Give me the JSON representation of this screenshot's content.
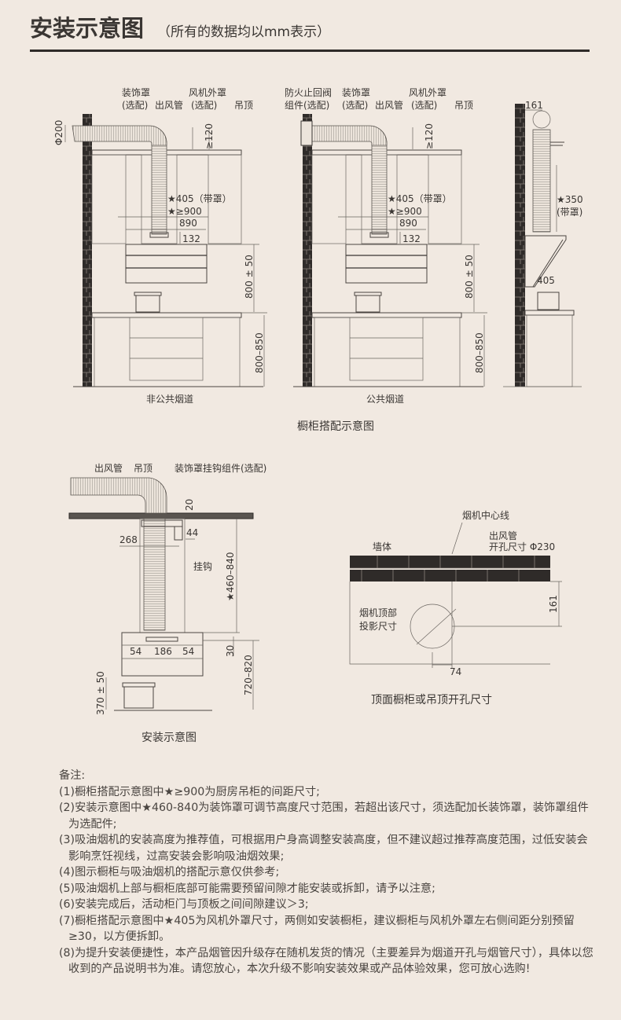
{
  "header": {
    "title": "安装示意图",
    "subtitle": "（所有的数据均以mm表示）"
  },
  "fig1": {
    "caption": "橱柜搭配示意图",
    "left": {
      "label_cover": "装饰罩",
      "label_cover_opt": "(选配)",
      "label_duct": "出风管",
      "label_fan": "风机外罩",
      "label_fan_opt": "(选配)",
      "label_ceiling": "吊顶",
      "dim_phi": "Φ200",
      "dim_120": "≥120",
      "dim_405": "★405（带罩）",
      "dim_900": "★≥900",
      "dim_890": "890",
      "dim_132": "132",
      "dim_800": "800 ± 50",
      "dim_850": "800–850",
      "caption": "非公共烟道"
    },
    "middle": {
      "label_damper": "防火止回阀",
      "label_damper2": "组件(选配)",
      "label_cover": "装饰罩",
      "label_cover_opt": "(选配)",
      "label_duct": "出风管",
      "label_fan": "风机外罩",
      "label_fan_opt": "(选配)",
      "label_ceiling": "吊顶",
      "dim_120": "≥120",
      "dim_405": "★405（带罩）",
      "dim_900": "★≥900",
      "dim_890": "890",
      "dim_132": "132",
      "dim_800": "800 ± 50",
      "dim_850": "800–850",
      "caption": "公共烟道"
    },
    "right": {
      "dim_161": "161",
      "dim_350": "★350",
      "dim_350b": "(带罩)",
      "dim_405": "405"
    }
  },
  "fig2": {
    "caption": "安装示意图",
    "label_duct": "出风管",
    "label_ceiling": "吊顶",
    "label_hook_kit": "装饰罩挂钩组件(选配)",
    "dim_20": "20",
    "dim_44": "44",
    "dim_268": "268",
    "label_hook": "挂钩",
    "dim_range": "★460–840",
    "dim_30": "30",
    "dim_720": "720–820",
    "dim_370": "370 ± 50",
    "dim_54a": "54",
    "dim_186": "186",
    "dim_54b": "54"
  },
  "fig3": {
    "caption": "顶面橱柜或吊顶开孔尺寸",
    "label_center": "烟机中心线",
    "label_wall": "墙体",
    "label_duct": "出风管",
    "label_hole": "开孔尺寸 Φ230",
    "label_proj1": "烟机顶部",
    "label_proj2": "投影尺寸",
    "dim_161": "161",
    "dim_74": "74"
  },
  "notes": {
    "heading": "备注:",
    "items": [
      "(1)橱柜搭配示意图中★≥900为厨房吊柜的间距尺寸;",
      "(2)安装示意图中★460-840为装饰罩可调节高度尺寸范围，若超出该尺寸，须选配加长装饰罩，装饰罩组件为选配件;",
      "(3)吸油烟机的安装高度为推荐值，可根据用户身高调整安装高度，但不建议超过推荐高度范围，过低安装会影响烹饪视线，过高安装会影响吸油烟效果;",
      "(4)图示橱柜与吸油烟机的搭配示意仅供参考;",
      "(5)吸油烟机上部与橱柜底部可能需要预留间隙才能安装或拆卸，请予以注意;",
      "(6)安装完成后，活动柜门与顶板之间间隙建议＞3;",
      "(7)橱柜搭配示意图中★405为风机外罩尺寸，两侧如安装橱柜，建议橱柜与风机外罩左右侧间距分别预留≥30，以方便拆卸。",
      "(8)为提升安装便捷性，本产品烟管因升级存在随机发货的情况（主要差异为烟道开孔与烟管尺寸），具体以您收到的产品说明书为准。请您放心，本次升级不影响安装效果或产品体验效果，您可放心选购!"
    ]
  }
}
